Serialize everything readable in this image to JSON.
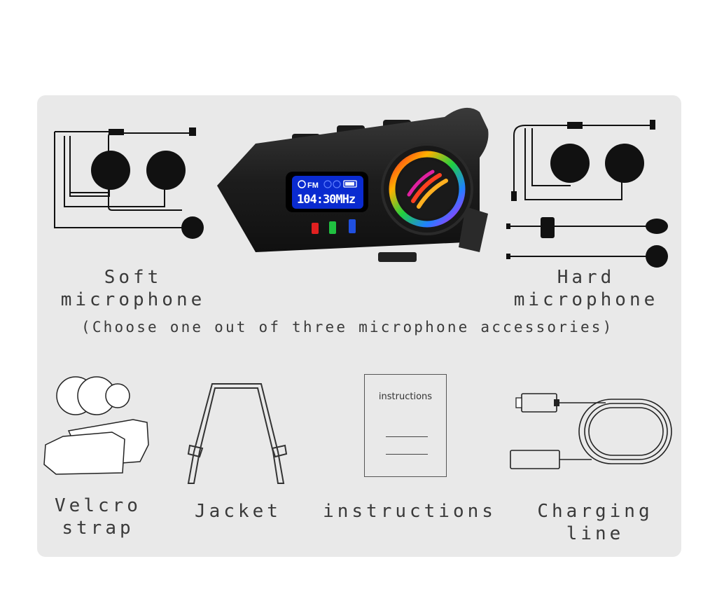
{
  "device": {
    "screen_line1": "FM",
    "frequency": "104:30MHz"
  },
  "accessories": {
    "soft_mic": {
      "line1": "Soft",
      "line2": "microphone"
    },
    "hard_mic": {
      "line1": "Hard",
      "line2": "microphone"
    },
    "choose_note": "(Choose one out of three microphone accessories)",
    "velcro": {
      "line1": "Velcro",
      "line2": "strap"
    },
    "jacket": {
      "label": "Jacket"
    },
    "instructions": {
      "label": "instructions",
      "doc_title": "instructions"
    },
    "charging": {
      "line1": "Charging",
      "line2": "line"
    }
  },
  "colors": {
    "panel": "#e9e9e9",
    "text": "#3a3a3a",
    "led_red": "#e02020",
    "led_green": "#20c040",
    "led_blue": "#2050e0",
    "screen_bg": "#0a2bd0"
  }
}
